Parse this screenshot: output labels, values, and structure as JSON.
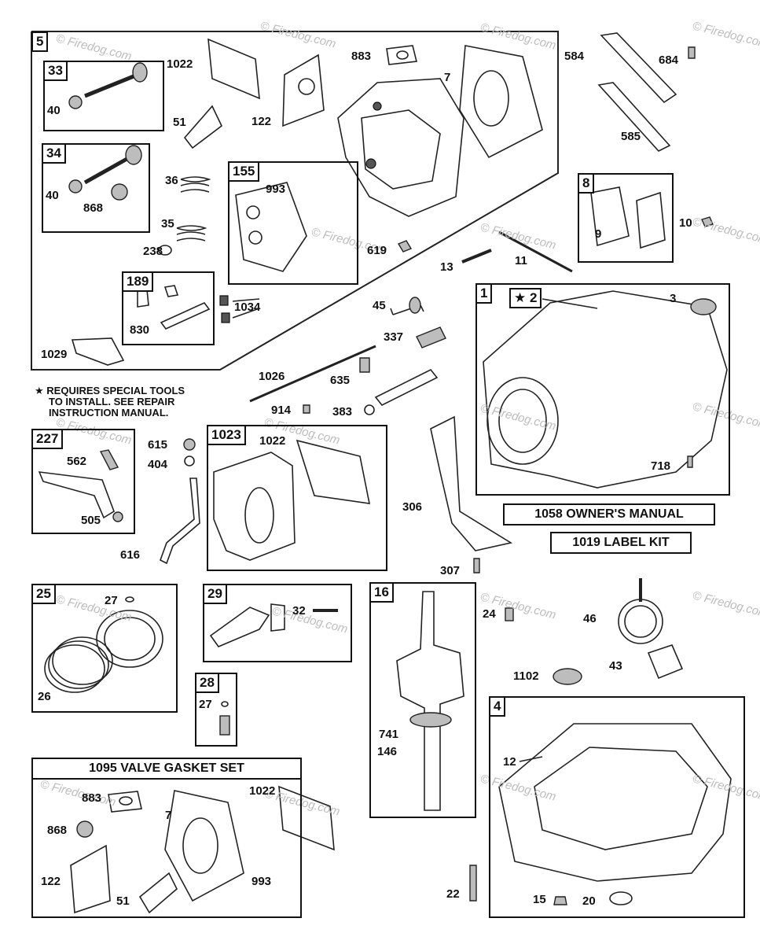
{
  "watermark": "© Firedog.com",
  "note": {
    "symbol": "★",
    "lines": [
      "REQUIRES SPECIAL TOOLS",
      "TO INSTALL.  SEE REPAIR",
      "INSTRUCTION MANUAL."
    ]
  },
  "boxes": {
    "b5": "5",
    "b33": "33",
    "b34": "34",
    "b155": "155",
    "b189": "189",
    "b8": "8",
    "b1": "1",
    "b1star": "★ 2",
    "b227": "227",
    "b1023": "1023",
    "b25": "25",
    "b29": "29",
    "b28": "28",
    "b16": "16",
    "b4": "4"
  },
  "bars": {
    "owners_manual": "1058 OWNER'S MANUAL",
    "label_kit": "1019 LABEL KIT",
    "valve_gasket_set": "1095 VALVE GASKET SET"
  },
  "labels": [
    "1022",
    "883",
    "7",
    "584",
    "684",
    "33",
    "40",
    "51",
    "122",
    "585",
    "34",
    "36",
    "993",
    "155",
    "8",
    "10",
    "40",
    "868",
    "35",
    "238",
    "619",
    "9",
    "13",
    "11",
    "189",
    "1034",
    "45",
    "1",
    "3",
    "830",
    "337",
    "1029",
    "1026",
    "635",
    "914",
    "383",
    "227",
    "562",
    "615",
    "404",
    "1023",
    "1022",
    "718",
    "306",
    "505",
    "616",
    "307",
    "25",
    "27",
    "29",
    "32",
    "16",
    "24",
    "46",
    "26",
    "43",
    "1102",
    "28",
    "27",
    "741",
    "146",
    "4",
    "12",
    "883",
    "1022",
    "7",
    "868",
    "122",
    "51",
    "993",
    "22",
    "15",
    "20"
  ]
}
